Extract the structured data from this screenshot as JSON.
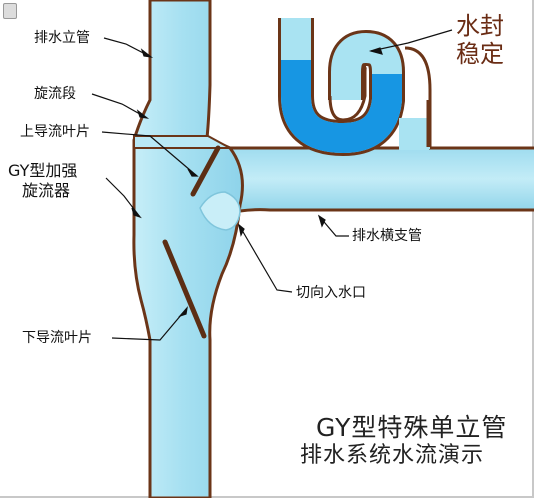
{
  "labels": {
    "drain_stack": "排水立管",
    "swirl_section": "旋流段",
    "upper_vane": "上导流叶片",
    "gy_line1": "GY型加强",
    "gy_line2": "旋流器",
    "lower_vane": "下导流叶片",
    "branch_pipe": "排水横支管",
    "tangent_inlet": "切向入水口",
    "seal_line1": "水封",
    "seal_line2": "稳定",
    "title_line1": "GY型特殊单立管",
    "title_line2": "排水系统水流演示"
  },
  "colors": {
    "pipe_fill": "#a9e3f2",
    "pipe_edge": "#6b3518",
    "water": "#1796e3",
    "vane": "#5c2e14",
    "seal_text": "#6a2c14"
  },
  "icons": [
    "corner-icon"
  ]
}
